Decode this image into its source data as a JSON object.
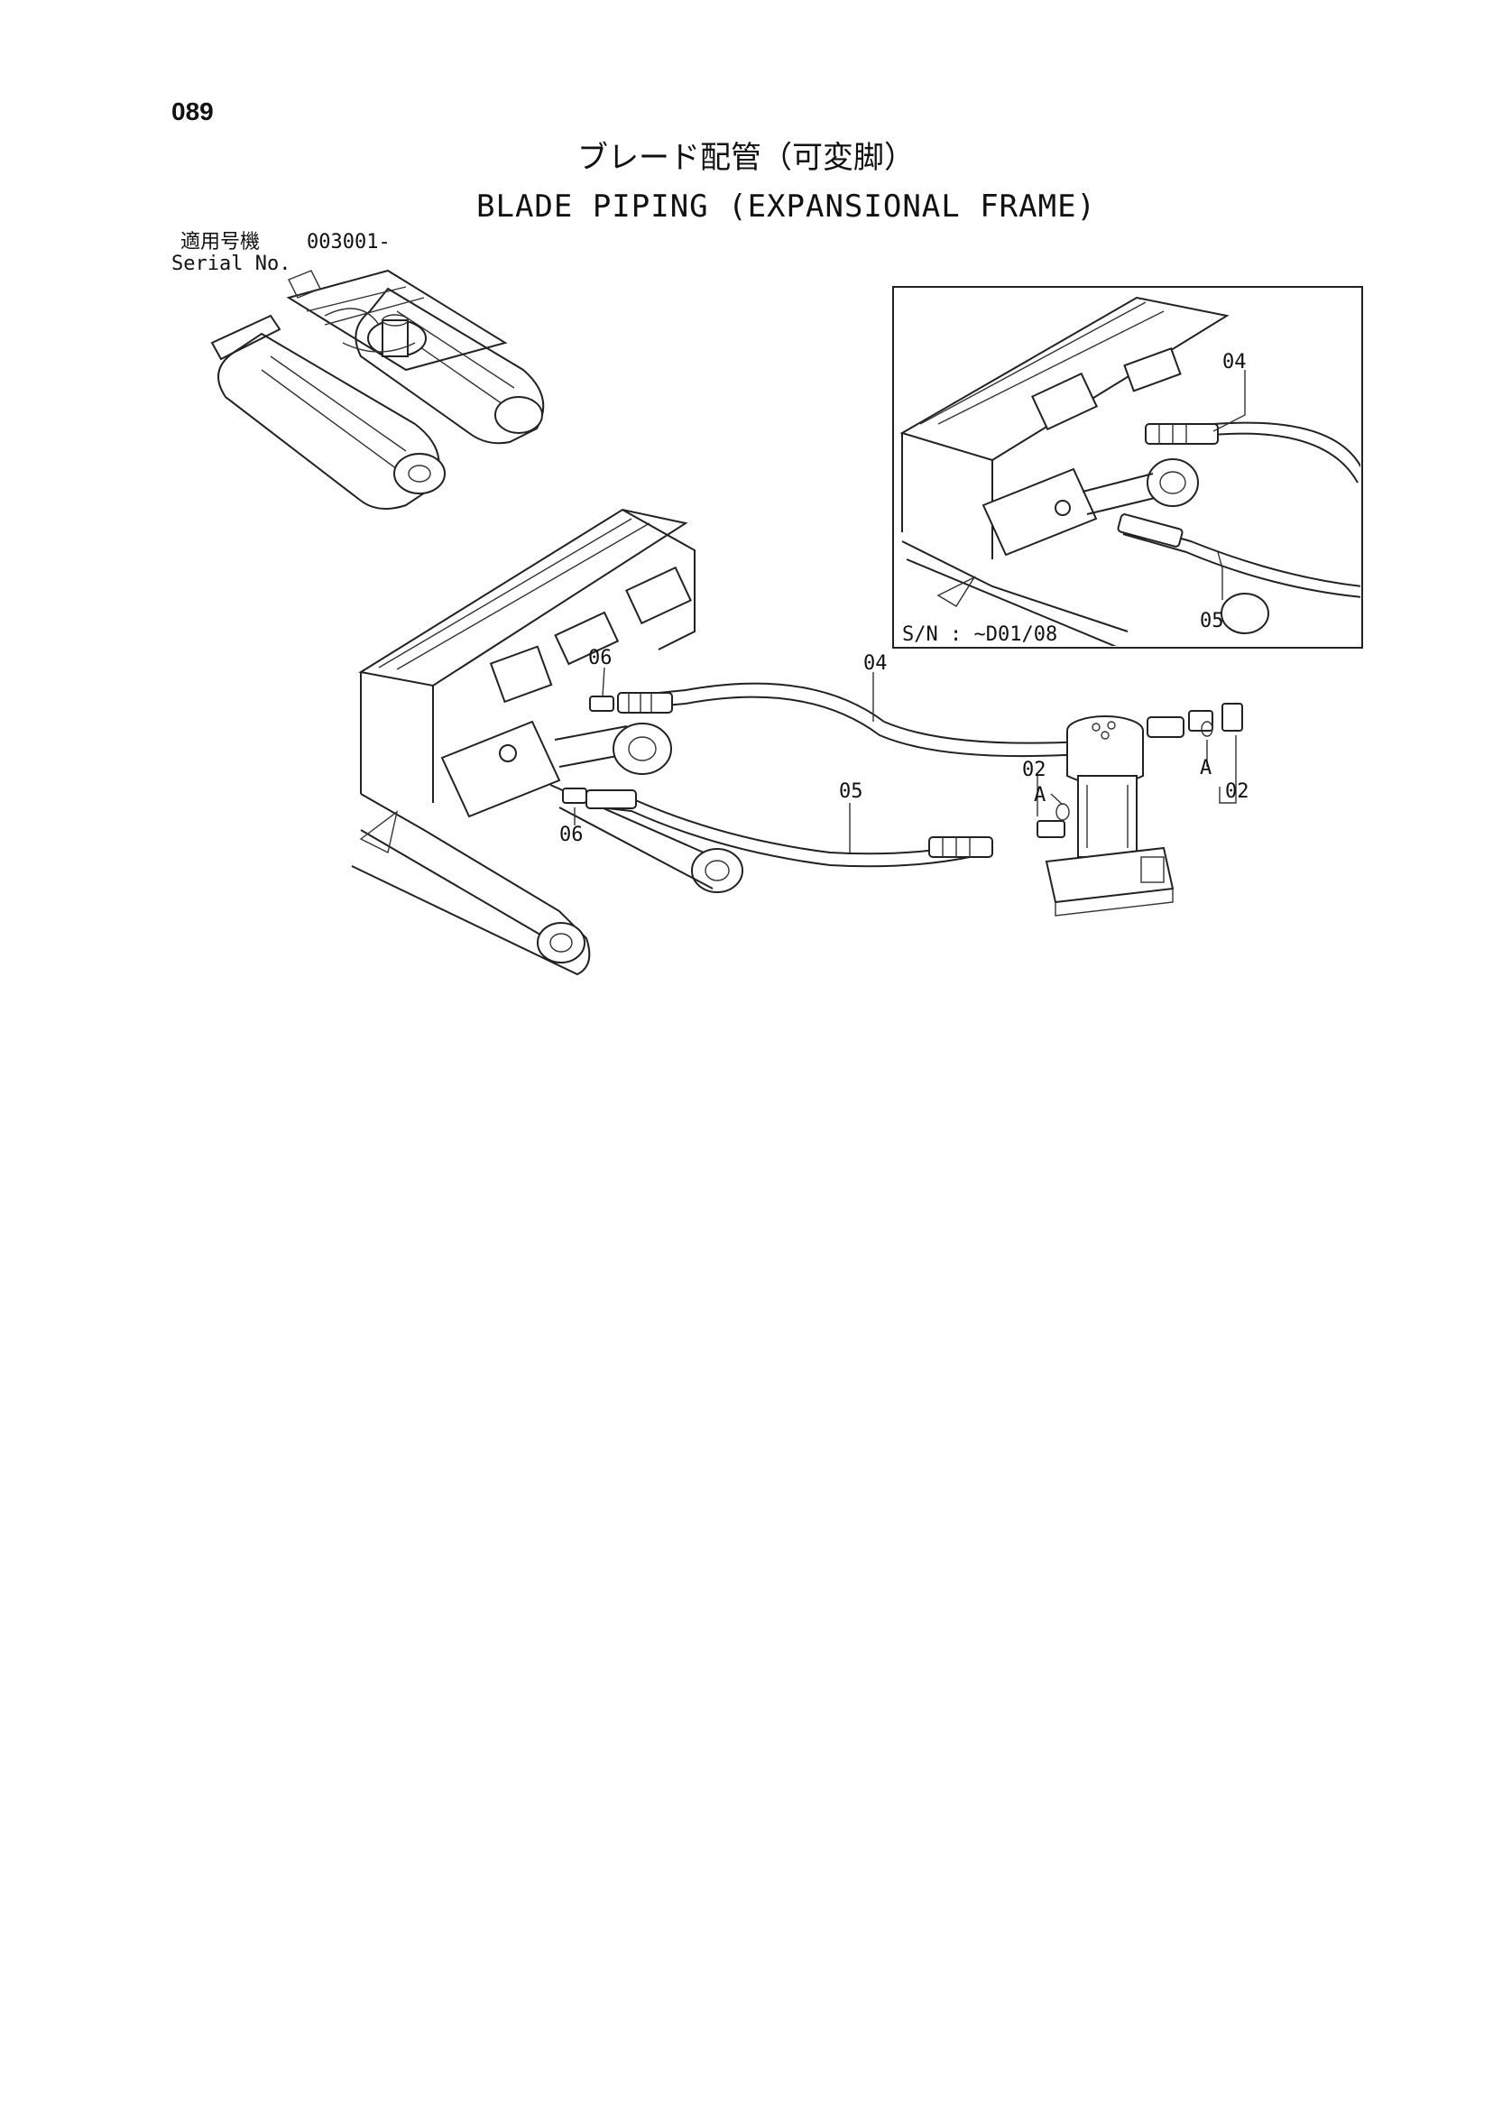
{
  "page": {
    "number": "089",
    "title_jp": "ブレード配管（可変脚）",
    "title_en": "BLADE PIPING (EXPANSIONAL FRAME)",
    "serial_label_jp": "適用号機",
    "serial_value": "003001-",
    "serial_label_en": "Serial No."
  },
  "inset": {
    "serial_note": "S/N : ~D01/08",
    "callouts": [
      "04",
      "05"
    ]
  },
  "main_diagram": {
    "callouts": {
      "hose_upper": "04",
      "hose_lower": "05",
      "fitting_upper": "06",
      "fitting_lower": "06",
      "adapter_left": "02",
      "adapter_right": "02",
      "view_left": "A",
      "view_right": "A"
    }
  }
}
